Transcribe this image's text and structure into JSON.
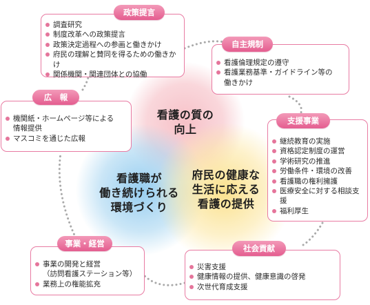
{
  "center": {
    "quality": "看護の質の\n向上",
    "work_env": "看護職が\n働き続けられる\n環境づくり",
    "health": "府民の健康な\n生活に応える\n看護の提供"
  },
  "categories": {
    "policy": {
      "title": "政策提言",
      "items": [
        "調査研究",
        "制度改革への政策提言",
        "政策決定過程への参画と働きかけ",
        "府民の理解と賛同を得るための働きかけ",
        "関係機関・関連団体との協働"
      ]
    },
    "selfreg": {
      "title": "自主規制",
      "items": [
        "看護倫理規定の遵守",
        "看護業務基準・ガイドライン等の\n働きかけ"
      ]
    },
    "pr": {
      "title": "広　報",
      "items": [
        "機関紙・ホームページ等による\n情報提供",
        "マスコミを通じた広報"
      ]
    },
    "support": {
      "title": "支援事業",
      "items": [
        "継続教育の実施",
        "資格認定制度の運営",
        "学術研究の推進",
        "労働条件・環境の改善",
        "看護職の権利擁護",
        "医療安全に対する相談支援",
        "福利厚生"
      ]
    },
    "business": {
      "title": "事業・経営",
      "items": [
        "事業の開発と経営\n（訪問看護ステーション等）",
        "業務上の権能拡充"
      ]
    },
    "social": {
      "title": "社会貢献",
      "items": [
        "災害支援",
        "健康情報の提供、健康意識の啓発",
        "次世代育成支援"
      ]
    }
  },
  "colors": {
    "accent_pink": "#e45d8f",
    "box_border": "#e87aa2",
    "connector": "#a9a9a9",
    "blob_pink": "#f5b6be",
    "blob_blue": "#8cc8ee",
    "blob_yellow": "#fade82"
  }
}
